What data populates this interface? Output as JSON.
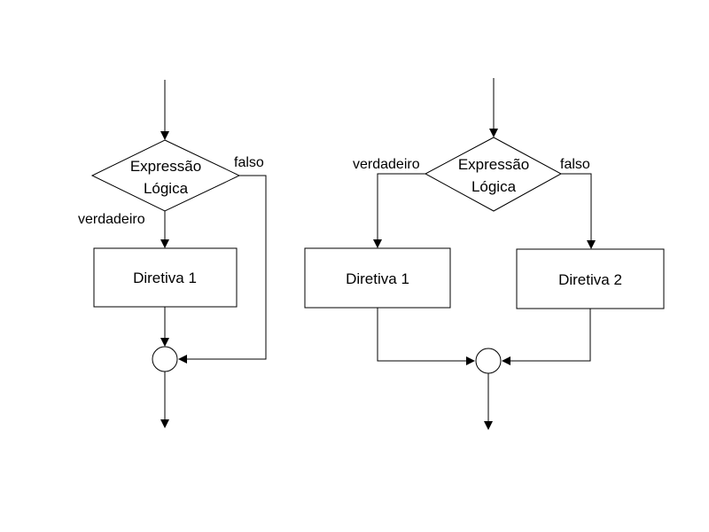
{
  "colors": {
    "line": "#000000",
    "background": "#ffffff"
  },
  "left_flow": {
    "decision_line1": "Expressão",
    "decision_line2": "Lógica",
    "true_label": "verdadeiro",
    "false_label": "falso",
    "action1": "Diretiva 1"
  },
  "right_flow": {
    "decision_line1": "Expressão",
    "decision_line2": "Lógica",
    "true_label": "verdadeiro",
    "false_label": "falso",
    "action1": "Diretiva 1",
    "action2": "Diretiva 2"
  }
}
